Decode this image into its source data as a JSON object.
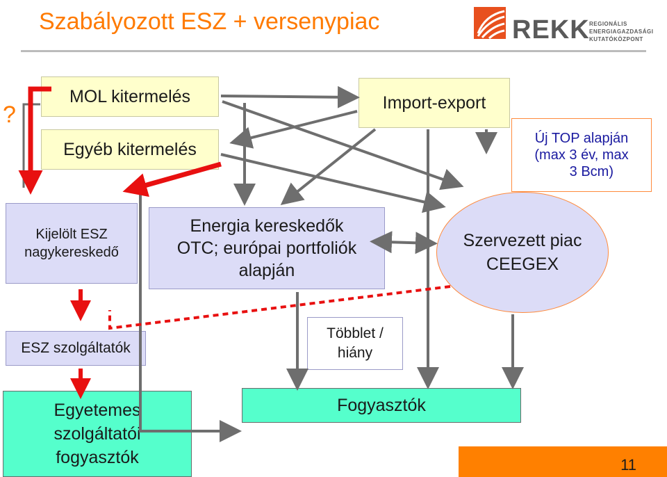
{
  "title": "Szabályozott ESZ + versenypiac",
  "logo": {
    "brand": "REKK",
    "line1": "REGIONÁLIS",
    "line2": "ENERGIAGAZDASÁGI",
    "line3": "KUTATÓKÖZPONT"
  },
  "question_mark": "?",
  "nodes": {
    "mol": "MOL kitermelés",
    "egyeb": "Egyéb kitermelés",
    "import_export": "Import-export",
    "top_note": [
      "Új TOP alapján",
      "(max 3 év, max",
      "3 Bcm)"
    ],
    "kijelolt": [
      "Kijelölt ESZ",
      "nagykereskedő"
    ],
    "energia": [
      "Energia kereskedők",
      "OTC; európai portfoliók",
      "alapján"
    ],
    "szervezett": [
      "Szervezett piac",
      "CEEGEX"
    ],
    "esz_szolg": "ESZ szolgáltatók",
    "tobblet": [
      "Többlet /",
      "hiány"
    ],
    "egyetemes": [
      "Egyetemes",
      "szolgáltatói",
      "fogyasztók"
    ],
    "fogyasztok": "Fogyasztók"
  },
  "page_number": "11",
  "colors": {
    "title": "#ff7a00",
    "arrow_gray": "#6e6e6e",
    "arrow_red": "#e81010",
    "yellow_box": "#ffffcc",
    "lavender_box": "#dcdcf7",
    "cyan_box": "#55ffcc",
    "page_box": "#ff8000"
  }
}
